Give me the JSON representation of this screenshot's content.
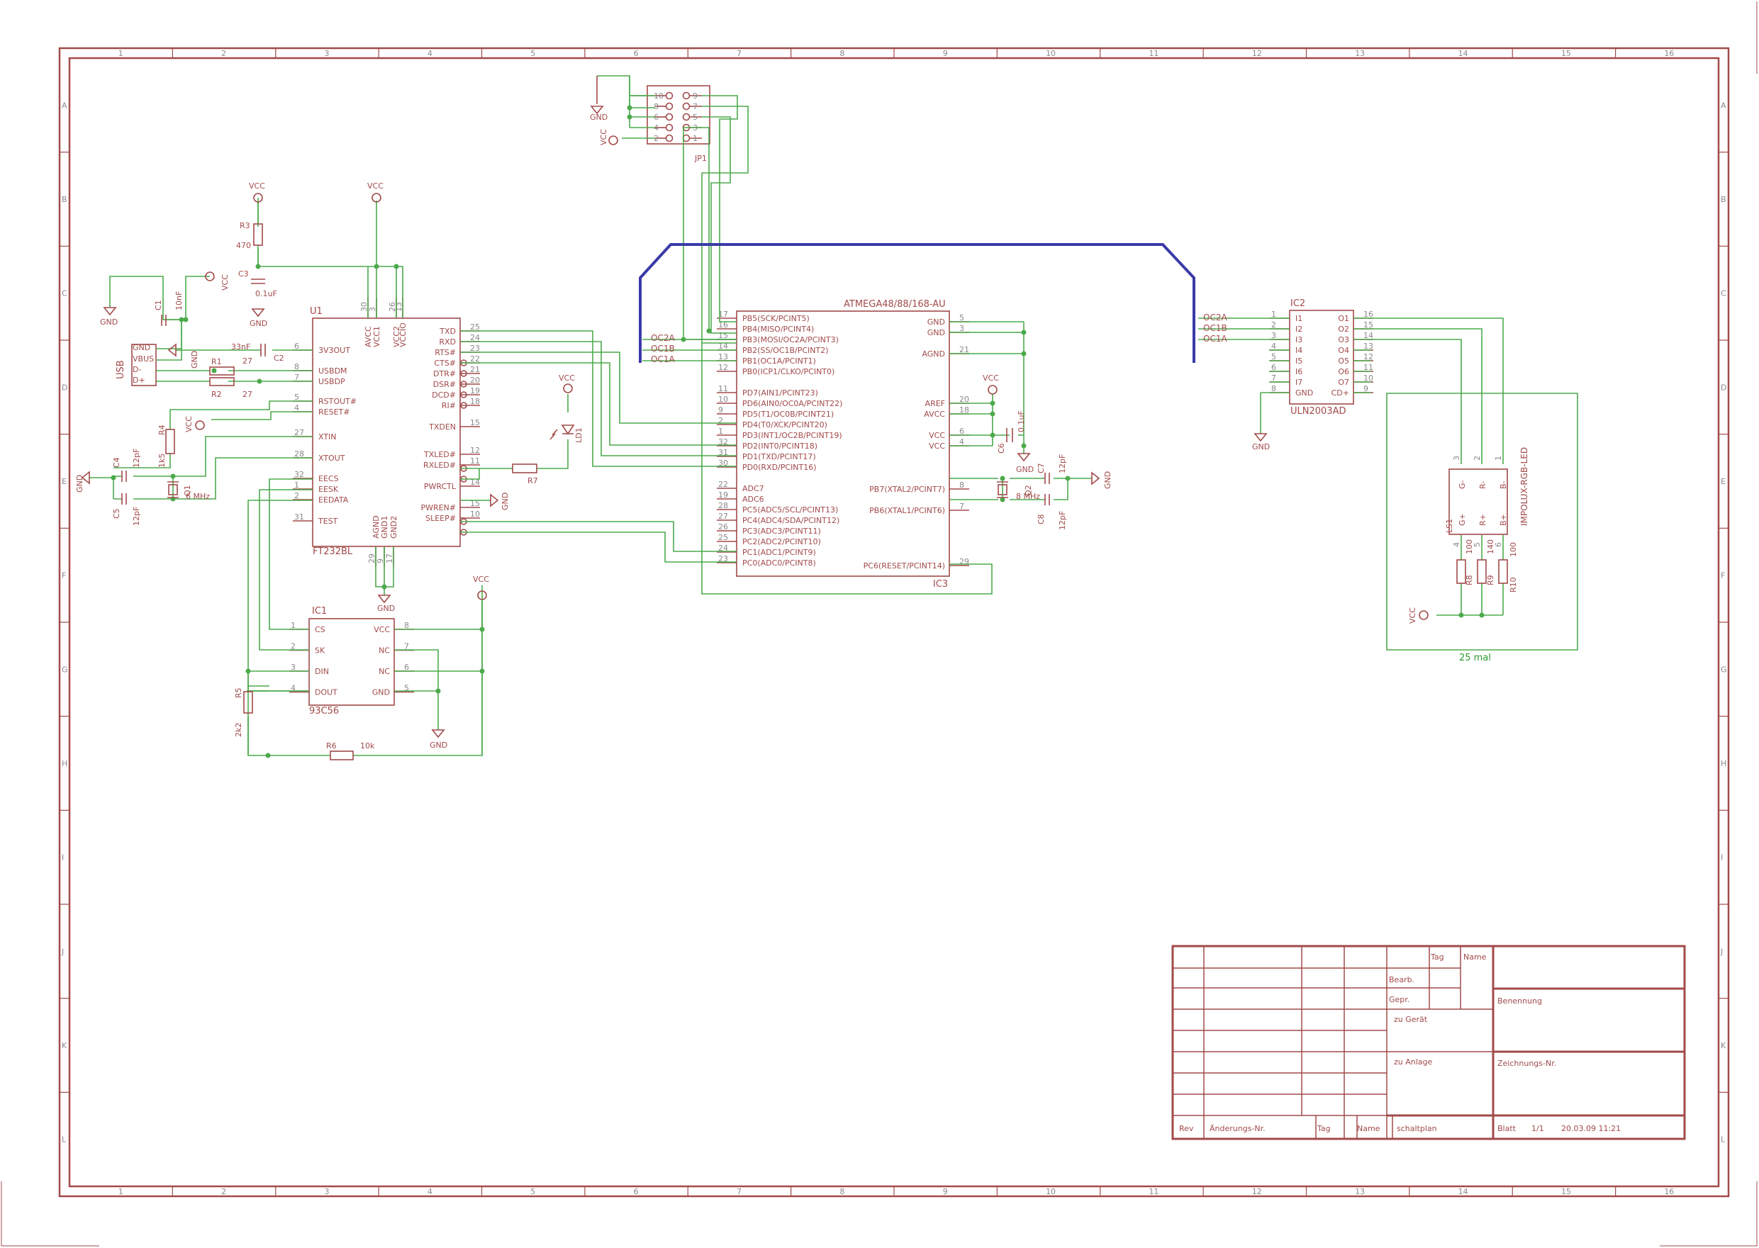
{
  "frame": {
    "columns": [
      "1",
      "2",
      "3",
      "4",
      "5",
      "6",
      "7",
      "8",
      "9",
      "10",
      "11",
      "12",
      "13",
      "14",
      "15",
      "16"
    ],
    "rows": [
      "A",
      "B",
      "C",
      "D",
      "E",
      "F",
      "G",
      "H",
      "I",
      "J",
      "K",
      "L"
    ]
  },
  "power": {
    "vcc": "VCC",
    "gnd": "GND"
  },
  "usb": {
    "label": "USB",
    "pins": [
      "GND",
      "VBUS",
      "D-",
      "D+"
    ]
  },
  "u1": {
    "ref": "U1",
    "value": "FT232BL",
    "left_pins": [
      {
        "num": "6",
        "name": "3V3OUT"
      },
      {
        "num": "8",
        "name": "USBDM"
      },
      {
        "num": "7",
        "name": "USBDP"
      },
      {
        "num": "5",
        "name": "RSTOUT#"
      },
      {
        "num": "4",
        "name": "RESET#"
      },
      {
        "num": "27",
        "name": "XTIN"
      },
      {
        "num": "28",
        "name": "XTOUT"
      },
      {
        "num": "32",
        "name": "EECS"
      },
      {
        "num": "1",
        "name": "EESK"
      },
      {
        "num": "2",
        "name": "EEDATA"
      },
      {
        "num": "31",
        "name": "TEST"
      }
    ],
    "right_pins": [
      {
        "num": "25",
        "name": "TXD"
      },
      {
        "num": "24",
        "name": "RXD"
      },
      {
        "num": "23",
        "name": "RTS#"
      },
      {
        "num": "22",
        "name": "CTS#"
      },
      {
        "num": "21",
        "name": "DTR#"
      },
      {
        "num": "20",
        "name": "DSR#"
      },
      {
        "num": "19",
        "name": "DCD#"
      },
      {
        "num": "18",
        "name": "RI#"
      },
      {
        "num": "15",
        "name": "TXDEN"
      },
      {
        "num": "12",
        "name": "TXLED#"
      },
      {
        "num": "11",
        "name": "RXLED#"
      },
      {
        "num": "14",
        "name": "PWRCTL"
      },
      {
        "num": "15",
        "name": "PWREN#"
      },
      {
        "num": "10",
        "name": "SLEEP#"
      }
    ],
    "top_pins": [
      {
        "num": "30",
        "name": "AVCC"
      },
      {
        "num": "3",
        "name": "VCC1"
      },
      {
        "num": "26",
        "name": "VCC2"
      },
      {
        "num": "13",
        "name": "VCCIO"
      }
    ],
    "bottom_pins": [
      {
        "num": "29",
        "name": "AGND"
      },
      {
        "num": "9",
        "name": "GND1"
      },
      {
        "num": "17",
        "name": "GND2"
      }
    ]
  },
  "ic3": {
    "ref": "IC3",
    "value": "ATMEGA48/88/168-AU",
    "left_pins": [
      {
        "num": "17",
        "name": "PB5(SCK/PCINT5)"
      },
      {
        "num": "16",
        "name": "PB4(MISO/PCINT4)"
      },
      {
        "num": "15",
        "name": "PB3(MOSI/OC2A/PCINT3)"
      },
      {
        "num": "14",
        "name": "PB2(SS/OC1B/PCINT2)"
      },
      {
        "num": "13",
        "name": "PB1(OC1A/PCINT1)"
      },
      {
        "num": "12",
        "name": "PB0(ICP1/CLKO/PCINT0)"
      },
      {
        "num": "11",
        "name": "PD7(AIN1/PCINT23)"
      },
      {
        "num": "10",
        "name": "PD6(AIN0/OC0A/PCINT22)"
      },
      {
        "num": "9",
        "name": "PD5(T1/OC0B/PCINT21)"
      },
      {
        "num": "2",
        "name": "PD4(T0/XCK/PCINT20)"
      },
      {
        "num": "1",
        "name": "PD3(INT1/OC2B/PCINT19)"
      },
      {
        "num": "32",
        "name": "PD2(INT0/PCINT18)"
      },
      {
        "num": "31",
        "name": "PD1(TXD/PCINT17)"
      },
      {
        "num": "30",
        "name": "PD0(RXD/PCINT16)"
      },
      {
        "num": "22",
        "name": "ADC7"
      },
      {
        "num": "19",
        "name": "ADC6"
      },
      {
        "num": "28",
        "name": "PC5(ADC5/SCL/PCINT13)"
      },
      {
        "num": "27",
        "name": "PC4(ADC4/SDA/PCINT12)"
      },
      {
        "num": "26",
        "name": "PC3(ADC3/PCINT11)"
      },
      {
        "num": "25",
        "name": "PC2(ADC2/PCINT10)"
      },
      {
        "num": "24",
        "name": "PC1(ADC1/PCINT9)"
      },
      {
        "num": "23",
        "name": "PC0(ADC0/PCINT8)"
      }
    ],
    "right_pins": [
      {
        "num": "5",
        "name": "GND"
      },
      {
        "num": "3",
        "name": "GND"
      },
      {
        "num": "21",
        "name": "AGND"
      },
      {
        "num": "20",
        "name": "AREF"
      },
      {
        "num": "18",
        "name": "AVCC"
      },
      {
        "num": "6",
        "name": "VCC"
      },
      {
        "num": "4",
        "name": "VCC"
      },
      {
        "num": "8",
        "name": "PB7(XTAL2/PCINT7)"
      },
      {
        "num": "7",
        "name": "PB6(XTAL1/PCINT6)"
      },
      {
        "num": "29",
        "name": "PC6(RESET/PCINT14)"
      }
    ]
  },
  "ic2": {
    "ref": "IC2",
    "value": "ULN2003AD",
    "left_pins": [
      {
        "num": "1",
        "name": "I1"
      },
      {
        "num": "2",
        "name": "I2"
      },
      {
        "num": "3",
        "name": "I3"
      },
      {
        "num": "4",
        "name": "I4"
      },
      {
        "num": "5",
        "name": "I5"
      },
      {
        "num": "6",
        "name": "I6"
      },
      {
        "num": "7",
        "name": "I7"
      },
      {
        "num": "8",
        "name": "GND"
      }
    ],
    "right_pins": [
      {
        "num": "16",
        "name": "O1"
      },
      {
        "num": "15",
        "name": "O2"
      },
      {
        "num": "14",
        "name": "O3"
      },
      {
        "num": "13",
        "name": "O4"
      },
      {
        "num": "12",
        "name": "O5"
      },
      {
        "num": "11",
        "name": "O6"
      },
      {
        "num": "10",
        "name": "O7"
      },
      {
        "num": "9",
        "name": "CD+"
      }
    ]
  },
  "ic1": {
    "ref": "IC1",
    "value": "93C56",
    "left_pins": [
      {
        "num": "1",
        "name": "CS"
      },
      {
        "num": "2",
        "name": "SK"
      },
      {
        "num": "3",
        "name": "DIN"
      },
      {
        "num": "4",
        "name": "DOUT"
      }
    ],
    "right_pins": [
      {
        "num": "8",
        "name": "VCC"
      },
      {
        "num": "7",
        "name": "NC"
      },
      {
        "num": "6",
        "name": "NC"
      },
      {
        "num": "5",
        "name": "GND"
      }
    ]
  },
  "jp1": {
    "ref": "JP1",
    "pins_left": [
      "10",
      "8",
      "6",
      "4",
      "2"
    ],
    "pins_right": [
      "9",
      "7",
      "5",
      "3",
      "1"
    ]
  },
  "nets": {
    "oc2a": "OC2A",
    "oc1b": "OC1B",
    "oc1a": "OC1A"
  },
  "components": {
    "r1": {
      "ref": "R1",
      "value": "27"
    },
    "r2": {
      "ref": "R2",
      "value": "27"
    },
    "r3": {
      "ref": "R3",
      "value": "470"
    },
    "r4": {
      "ref": "R4",
      "value": "1k5"
    },
    "r5": {
      "ref": "R5",
      "value": "2k2"
    },
    "r6": {
      "ref": "R6",
      "value": "10k"
    },
    "r7": {
      "ref": "R7"
    },
    "r8": {
      "ref": "R8",
      "value": "100"
    },
    "r9": {
      "ref": "R9",
      "value": "140"
    },
    "r10": {
      "ref": "R10",
      "value": "100"
    },
    "c1": {
      "ref": "C1",
      "value": "10nF"
    },
    "c2": {
      "ref": "C2",
      "value": "33nF"
    },
    "c3": {
      "ref": "C3",
      "value": "0.1uF"
    },
    "c4": {
      "ref": "C4",
      "value": "12pF"
    },
    "c5": {
      "ref": "C5",
      "value": "12pF"
    },
    "c6": {
      "ref": "C6",
      "value": "0.1uF"
    },
    "c7": {
      "ref": "C7",
      "value": "12pF"
    },
    "c8": {
      "ref": "C8",
      "value": "12pF"
    },
    "q1": {
      "ref": "Q1",
      "value": "6 MHz"
    },
    "q2": {
      "ref": "Q2",
      "value": "8 MHz"
    },
    "ld1": {
      "ref": "LD1"
    },
    "ls1": {
      "ref": "LS1",
      "value": "IMPOLUX-RGB-LED",
      "pins": [
        "G-",
        "R-",
        "B-",
        "G+",
        "R+",
        "B+"
      ],
      "nums_top": [
        "3",
        "2",
        "1"
      ],
      "nums_bottom": [
        "4",
        "5",
        "6"
      ]
    },
    "led_note": "25 mal"
  },
  "title_block": {
    "tag": "Tag",
    "name": "Name",
    "bearb": "Bearb.",
    "gepr": "Gepr.",
    "zu_geraet": "zu Gerät",
    "zu_anlage": "zu Anlage",
    "benennung": "Benennung",
    "zeichnungs_nr": "Zeichnungs-Nr.",
    "rev": "Rev",
    "aenderungs_nr": "Änderungs-Nr.",
    "tag2": "Tag",
    "name2": "Name",
    "schaltplan": "schaltplan",
    "blatt": "Blatt",
    "blatt_val": "1/1",
    "date": "20.03.09 11:21"
  }
}
